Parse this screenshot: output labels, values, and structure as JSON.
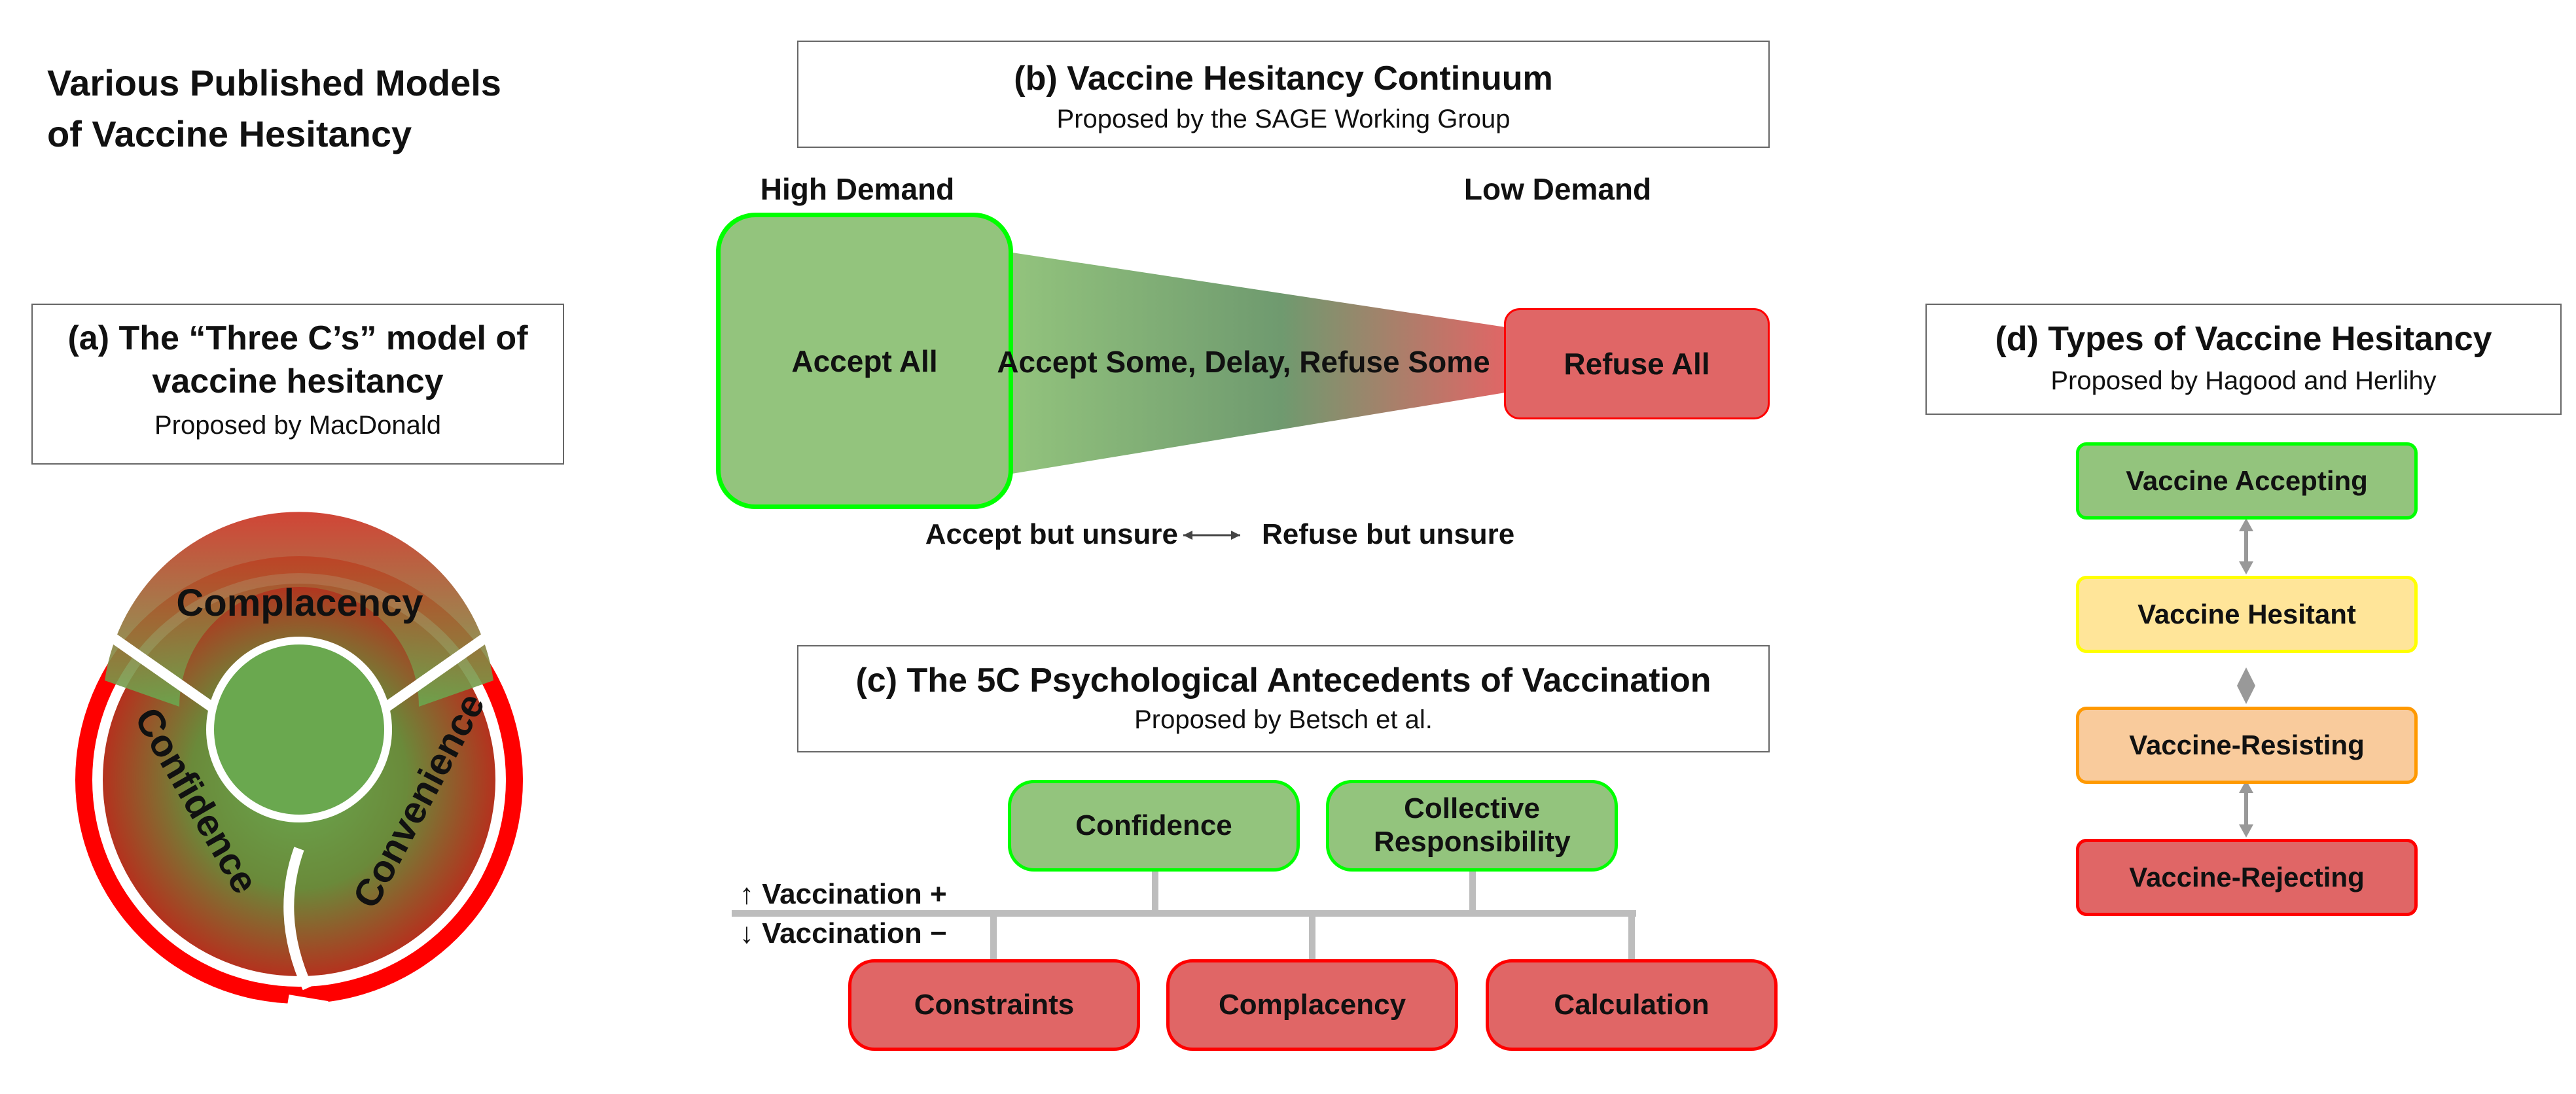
{
  "page_title": [
    "Various Published Models",
    "of Vaccine Hesitancy"
  ],
  "panel_a": {
    "title": [
      "(a) The “Three C’s” model of",
      "vaccine hesitancy"
    ],
    "subtitle": "Proposed by MacDonald",
    "segments": [
      "Complacency",
      "Confidence",
      "Convenience"
    ],
    "colors": {
      "outer_ring": "#ff0000",
      "green": "#6aa84f",
      "red": "#b4321e"
    }
  },
  "panel_b": {
    "title": "(b) Vaccine Hesitancy Continuum",
    "subtitle": "Proposed by the SAGE Working Group",
    "high_label": "High Demand",
    "low_label": "Low Demand",
    "left_box": "Accept All",
    "middle": "Accept Some, Delay, Refuse Some",
    "right_box": "Refuse All",
    "bottom_left": "Accept but unsure",
    "bottom_right": "Refuse but unsure"
  },
  "panel_c": {
    "title": "(c) The 5C Psychological Antecedents of Vaccination",
    "subtitle": "Proposed by Betsch et al.",
    "positive_label": "↑ Vaccination +",
    "negative_label": "↓ Vaccination −",
    "positive": [
      "Confidence",
      "Collective Responsibility"
    ],
    "negative": [
      "Constraints",
      "Complacency",
      "Calculation"
    ]
  },
  "panel_d": {
    "title": "(d) Types of Vaccine Hesitancy",
    "subtitle": "Proposed by Hagood and Herlihy",
    "types": [
      "Vaccine Accepting",
      "Vaccine Hesitant",
      "Vaccine-Resisting",
      "Vaccine-Rejecting"
    ]
  }
}
